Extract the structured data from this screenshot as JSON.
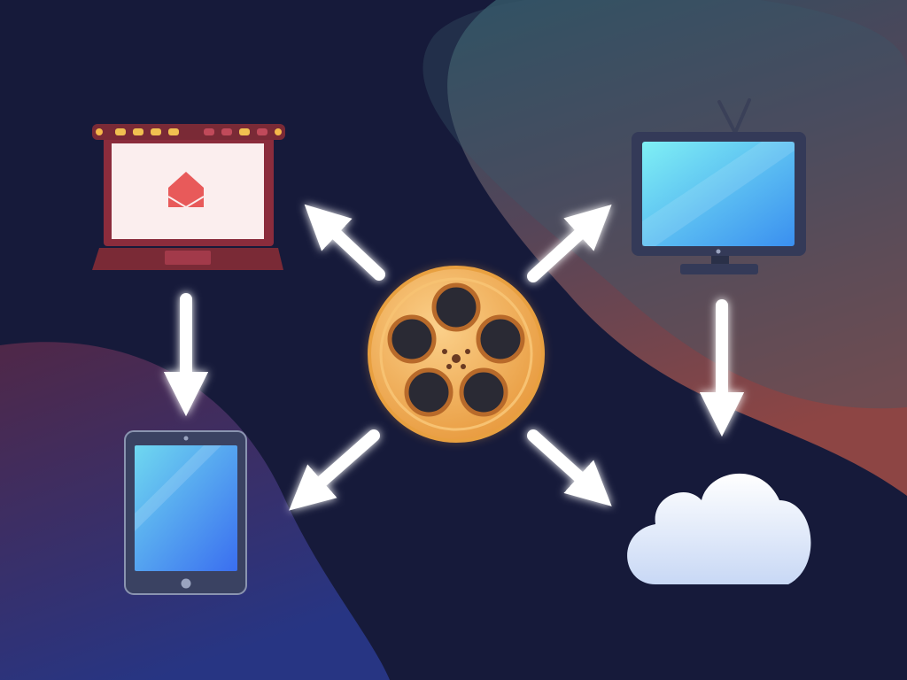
{
  "scene": {
    "background_color": "#161a3a",
    "center": {
      "icon": "film-reel-icon",
      "color": "#f0a54a"
    },
    "devices": [
      {
        "id": "laptop",
        "icon": "laptop-icon",
        "color": "#8b2c3c"
      },
      {
        "id": "tv",
        "icon": "tv-icon",
        "color": "#5cc8ee"
      },
      {
        "id": "tablet",
        "icon": "tablet-icon",
        "color": "#4a8ff0"
      },
      {
        "id": "cloud",
        "icon": "cloud-icon",
        "color": "#e8eefa"
      }
    ],
    "arrows": [
      {
        "from": "film-reel",
        "to": "laptop"
      },
      {
        "from": "film-reel",
        "to": "tv"
      },
      {
        "from": "film-reel",
        "to": "tablet"
      },
      {
        "from": "film-reel",
        "to": "cloud"
      },
      {
        "from": "laptop",
        "to": "tablet"
      },
      {
        "from": "tv",
        "to": "cloud"
      }
    ]
  }
}
